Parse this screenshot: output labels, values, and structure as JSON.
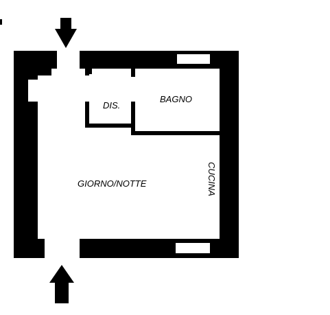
{
  "plan": {
    "rooms": [
      {
        "key": "dis",
        "label": "DIS."
      },
      {
        "key": "bagno",
        "label": "BAGNO"
      },
      {
        "key": "giorno_notte",
        "label": "GIORNO/NOTTE"
      },
      {
        "key": "cucina",
        "label": "CUCINA"
      }
    ],
    "entrances": 2,
    "windows": 2,
    "colors": {
      "wall": "#000000",
      "background": "#ffffff",
      "window": "#ffffff"
    }
  }
}
